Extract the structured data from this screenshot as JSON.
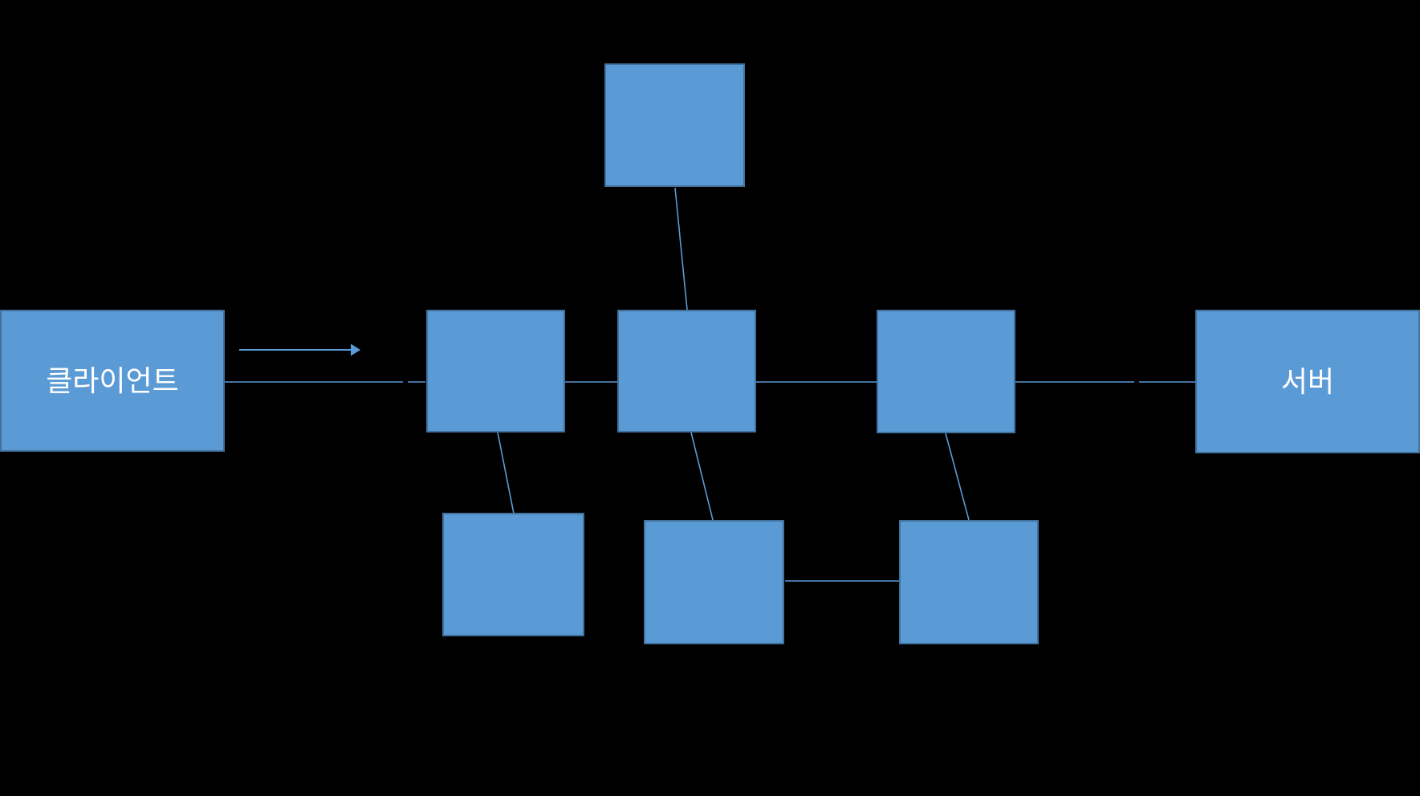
{
  "diagram": {
    "colors": {
      "background": "#000000",
      "node_fill": "#5B9BD5",
      "node_border": "#41719C",
      "connector": "#5B9BD5",
      "label": "#FFFFFF"
    },
    "nodes": {
      "client": {
        "label": "클라이언트"
      },
      "server": {
        "label": "서버"
      },
      "relay_top": {
        "label": ""
      },
      "relay_1": {
        "label": ""
      },
      "relay_2": {
        "label": ""
      },
      "relay_3": {
        "label": ""
      },
      "relay_4": {
        "label": ""
      },
      "relay_5": {
        "label": ""
      },
      "relay_6": {
        "label": ""
      }
    },
    "edges": [
      {
        "from": "client",
        "to": "relay_1",
        "style": "line"
      },
      {
        "from": "relay_top",
        "to": "relay_2",
        "style": "line"
      },
      {
        "from": "relay_1",
        "to": "relay_2",
        "style": "line"
      },
      {
        "from": "relay_2",
        "to": "relay_3",
        "style": "line"
      },
      {
        "from": "relay_3",
        "to": "server",
        "style": "line"
      },
      {
        "from": "relay_1",
        "to": "relay_4",
        "style": "line"
      },
      {
        "from": "relay_2",
        "to": "relay_5",
        "style": "line"
      },
      {
        "from": "relay_3",
        "to": "relay_6",
        "style": "line"
      },
      {
        "from": "relay_5",
        "to": "relay_6",
        "style": "line"
      },
      {
        "from": "client",
        "to": "relay_1",
        "style": "arrow-right-annotation"
      }
    ]
  }
}
